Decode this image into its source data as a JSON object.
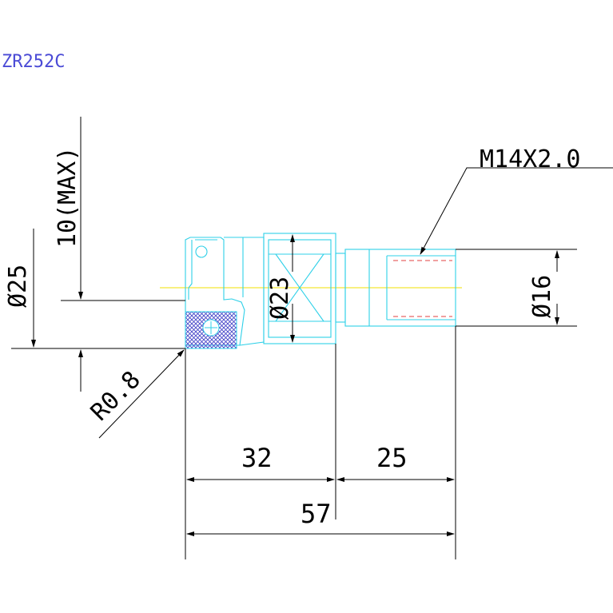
{
  "title": "ZR252C",
  "labels": {
    "max_depth": "10(MAX)",
    "dia_body": "Ø25",
    "dia_head": "Ø23",
    "dia_shank": "Ø16",
    "thread": "M14X2.0",
    "radius": "R0.8",
    "len_head": "32",
    "len_shank": "25",
    "len_total": "57"
  },
  "colors": {
    "title": "#4b4bd6",
    "dimension": "#000000",
    "outline": "#2fd0e8",
    "centerline": "#f0e000",
    "thread_hidden": "#e04040",
    "insert_hatch": "#4646c8"
  }
}
